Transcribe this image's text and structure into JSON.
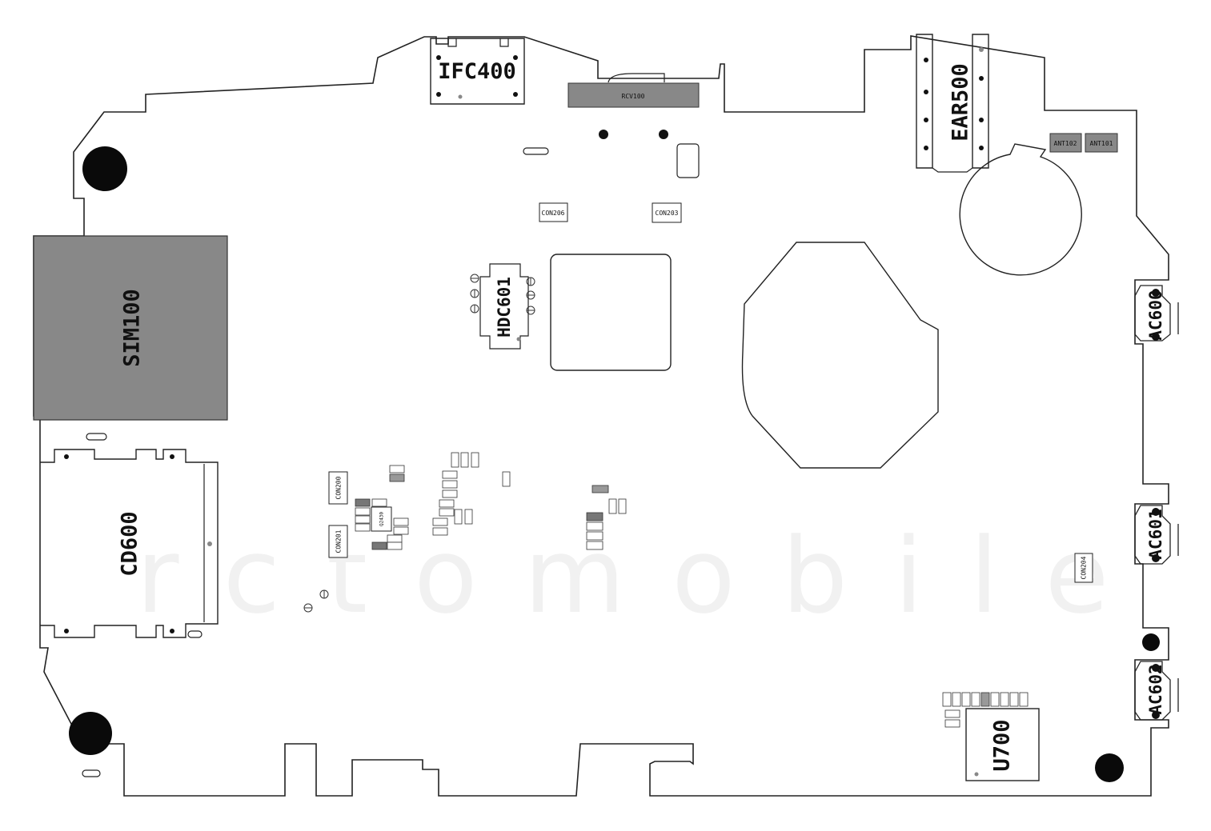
{
  "watermark": "rctomobile",
  "components": {
    "ifc400": "IFC400",
    "rcv100": "RCV100",
    "ear500": "EAR500",
    "ant102": "ANT102",
    "ant101": "ANT101",
    "con206": "CON206",
    "con203": "CON203",
    "hdc601": "HDC601",
    "sim100": "SIM100",
    "cd600": "CD600",
    "ac600": "AC600",
    "ac601": "AC601",
    "ac602": "AC602",
    "con200": "CON200",
    "con201": "CON201",
    "con204": "CON204",
    "u700": "U700",
    "q2430": "Q2430"
  },
  "colors": {
    "board_outline": "#222222",
    "component_dark": "#888888",
    "mount_hole": "#0a0a0a"
  }
}
